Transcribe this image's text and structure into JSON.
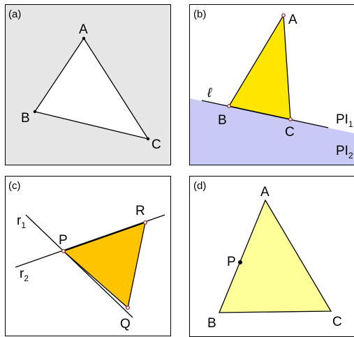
{
  "colors": {
    "panel_a_bg": "#e6e6e6",
    "panel_b_plane": "#c9c9f5",
    "panel_b_fill": "#ffe600",
    "panel_c_fill": "#ffc400",
    "panel_d_fill": "#ffff99",
    "stroke": "#000000",
    "vertex_marker": "#8b1a1a"
  },
  "panel_a": {
    "tag": "(a)",
    "A": "A",
    "B": "B",
    "C": "C"
  },
  "panel_b": {
    "tag": "(b)",
    "line": "ℓ",
    "A": "A",
    "B": "B",
    "C": "C",
    "plane1": "PI",
    "plane1_sub": "1",
    "plane2": "PI",
    "plane2_sub": "2"
  },
  "panel_c": {
    "tag": "(c)",
    "r1": "r",
    "r1_sub": "1",
    "r2": "r",
    "r2_sub": "2",
    "P": "P",
    "Q": "Q",
    "R": "R"
  },
  "panel_d": {
    "tag": "(d)",
    "A": "A",
    "B": "B",
    "C": "C",
    "P": "P"
  }
}
